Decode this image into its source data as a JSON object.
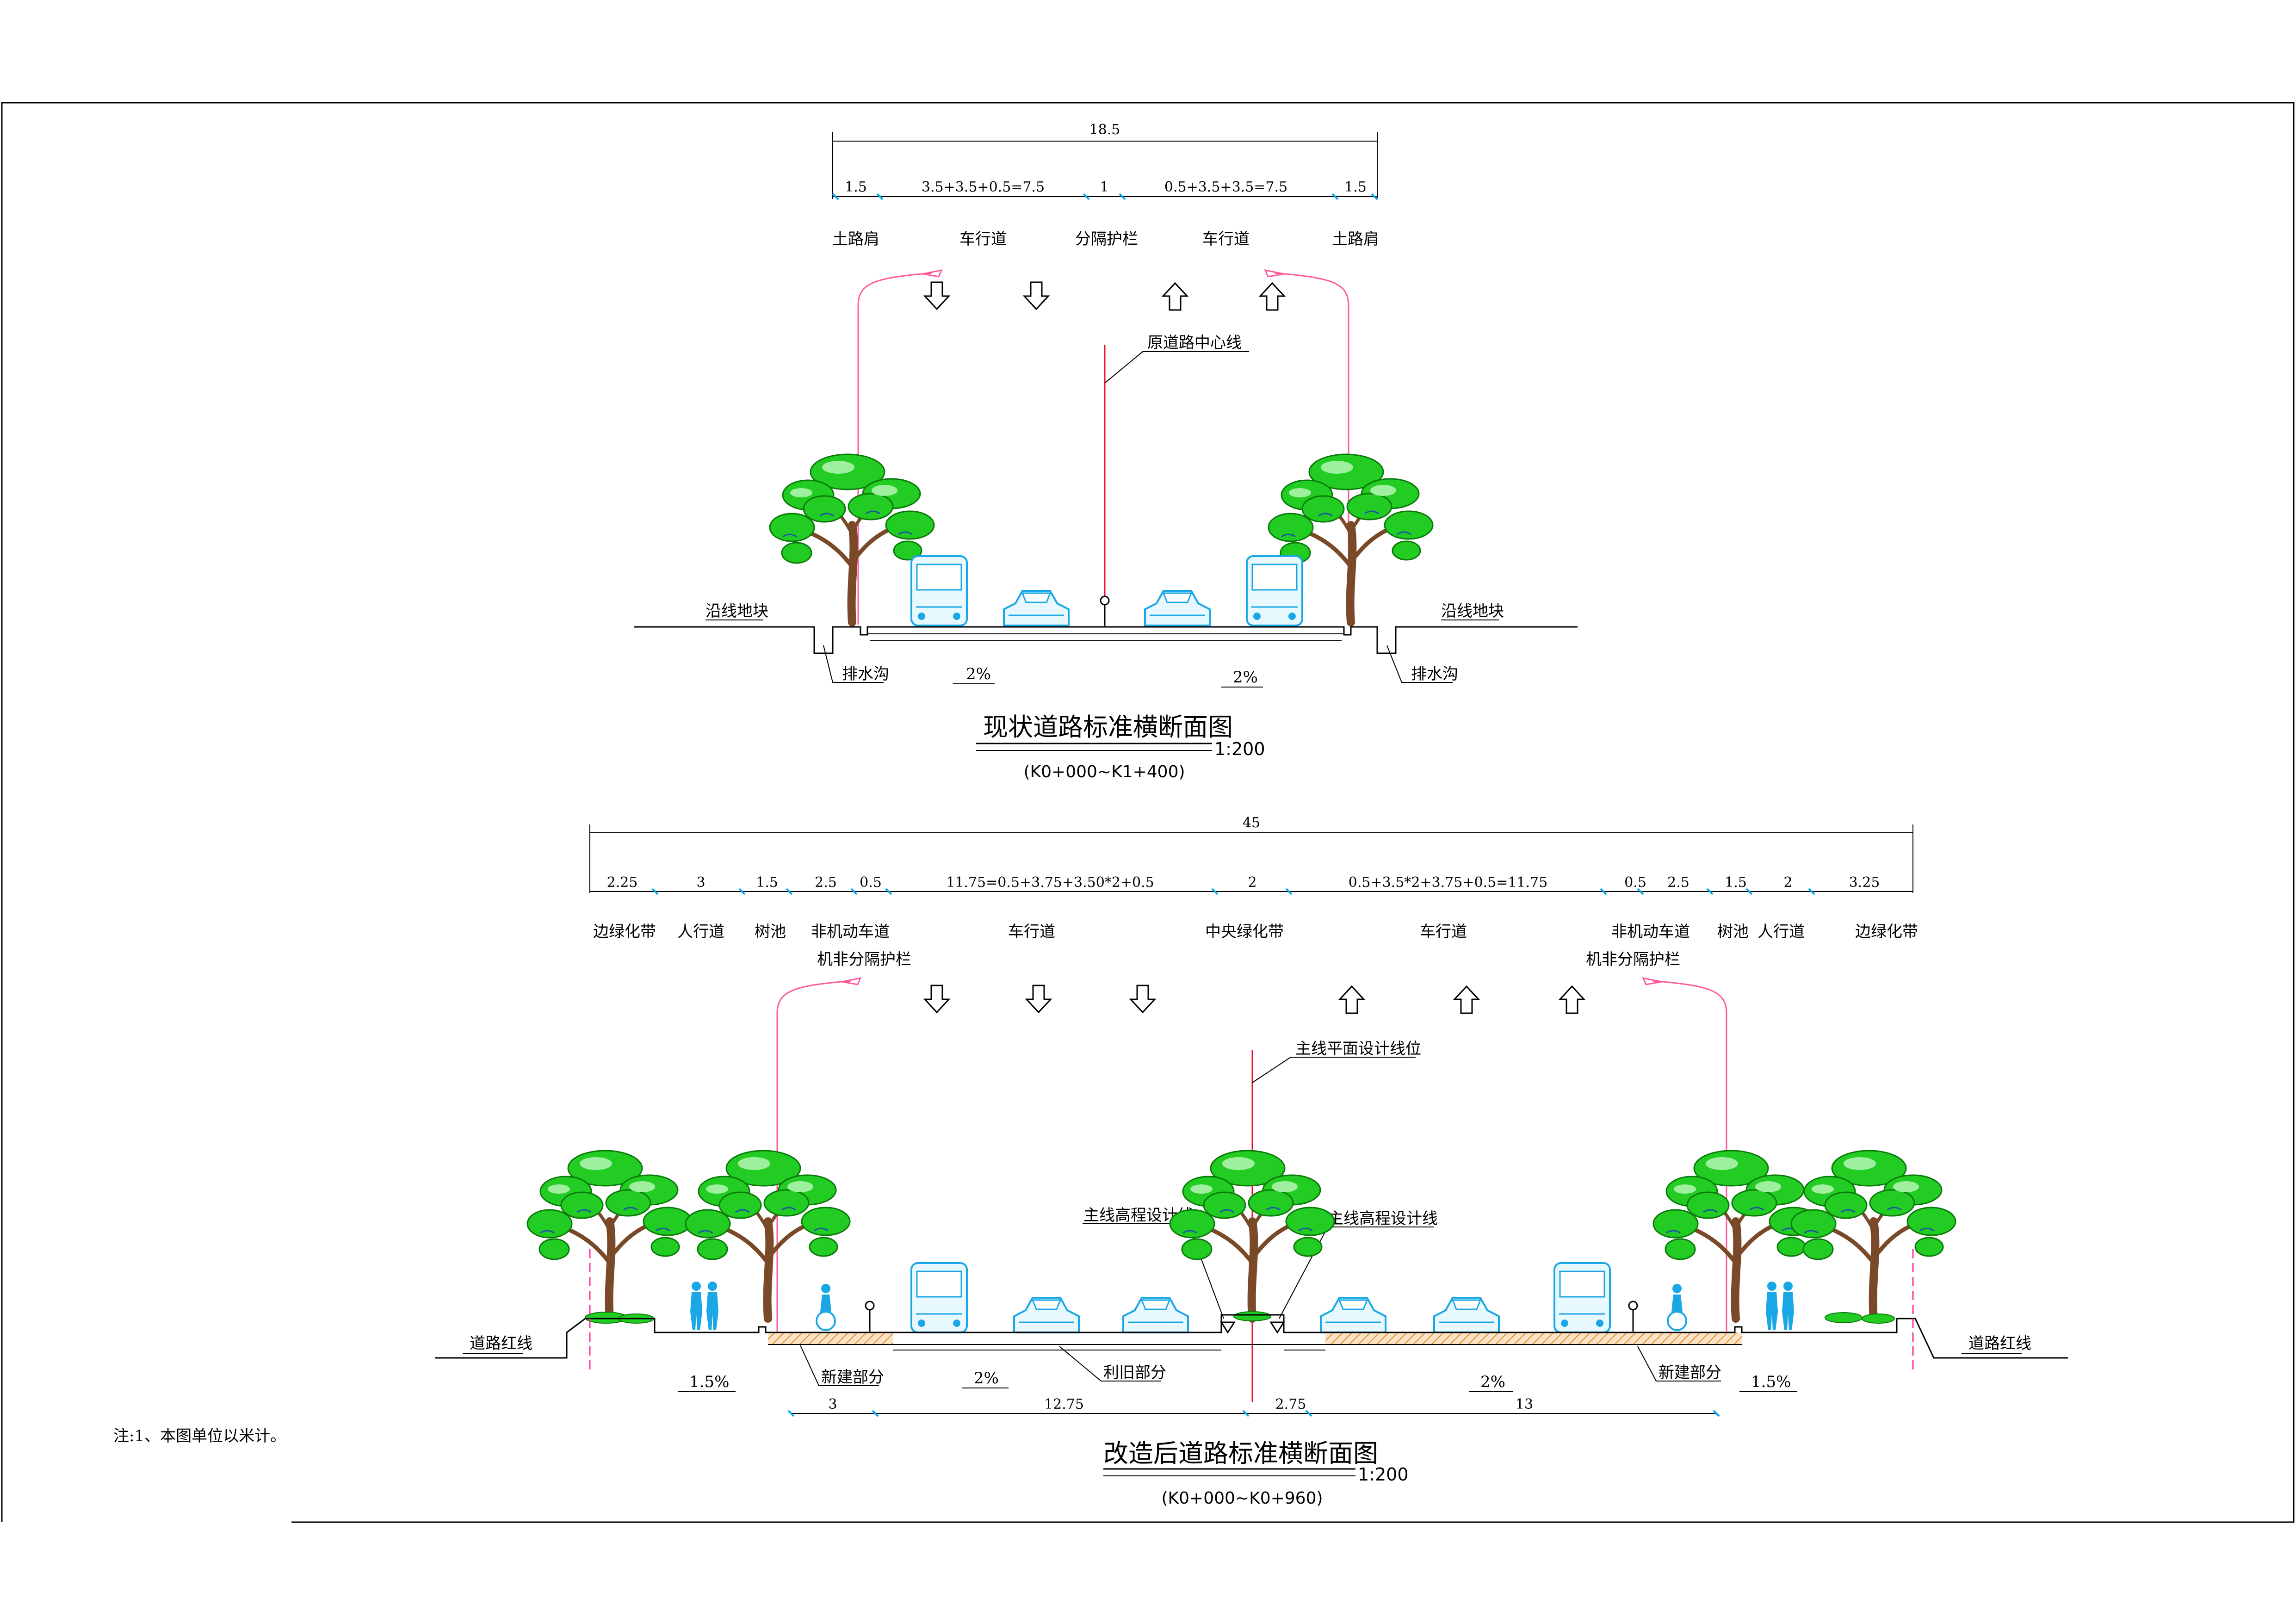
{
  "existing": {
    "total_width": "18.5",
    "segments": [
      "1.5",
      "3.5+3.5+0.5=7.5",
      "1",
      "0.5+3.5+3.5=7.5",
      "1.5"
    ],
    "zones": [
      "土路肩",
      "车行道",
      "分隔护栏",
      "车行道",
      "土路肩"
    ],
    "centerline_label": "原道路中心线",
    "roadside_left": "沿线地块",
    "roadside_right": "沿线地块",
    "ditch_left": "排水沟",
    "ditch_right": "排水沟",
    "slope_left": "2%",
    "slope_right": "2%",
    "title": "现状道路标准横断面图",
    "scale": "1:200",
    "range": "(K0+000~K1+400)"
  },
  "improved": {
    "total_width": "45",
    "segments": [
      "2.25",
      "3",
      "1.5",
      "2.5",
      "0.5",
      "11.75=0.5+3.75+3.50*2+0.5",
      "2",
      "0.5+3.5*2+3.75+0.5=11.75",
      "0.5",
      "2.5",
      "1.5",
      "2",
      "3.25"
    ],
    "zones_row1": [
      "边绿化带",
      "人行道",
      "树池",
      "非机动车道",
      "车行道",
      "中央绿化带",
      "车行道",
      "非机动车道",
      "树池",
      "人行道",
      "边绿化带"
    ],
    "zone_barrier_left": "机非分隔护栏",
    "zone_barrier_right": "机非分隔护栏",
    "plan_line_label": "主线平面设计线位",
    "elev_line_left": "主线高程设计线",
    "elev_line_right": "主线高程设计线",
    "red_line_left": "道路红线",
    "red_line_right": "道路红线",
    "slope_sidewalk_left": "1.5%",
    "slope_sidewalk_right": "1.5%",
    "slope_lane_left": "2%",
    "slope_lane_right": "2%",
    "new_part_left": "新建部分",
    "new_part_right": "新建部分",
    "reuse_part": "利旧部分",
    "bottom_dims": [
      "3",
      "12.75",
      "2.75",
      "13"
    ],
    "title": "改造后道路标准横断面图",
    "scale": "1:200",
    "range": "(K0+000~K0+960)"
  },
  "note": "注:1、本图单位以米计。",
  "colors": {
    "tree_green": "#22cc22",
    "lamp_pink": "#ff5a9c",
    "centerline_red": "#ee1133",
    "vehicle_cyan": "#1aa7e6",
    "new_construction_hatch": "#f0a34a"
  }
}
